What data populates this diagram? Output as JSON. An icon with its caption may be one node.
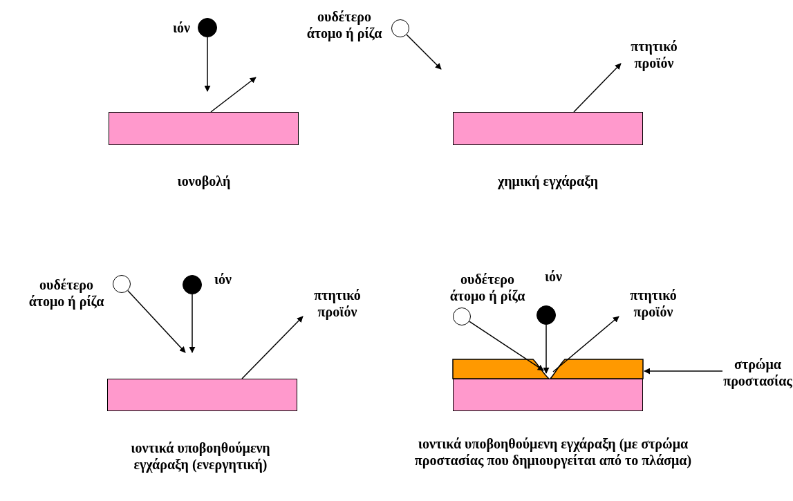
{
  "diagram": {
    "nodes": [
      {
        "text": [],
        "shape": "circle",
        "beside": [
          "ιόν"
        ]
      },
      {
        "text": [],
        "shape": "bar",
        "beside": [
          "ιονοβολή"
        ]
      },
      {
        "text": [],
        "shape": "circle",
        "beside": [
          "ουδέτερο άτομο ή ρίζα"
        ]
      },
      {
        "text": [],
        "shape": "bar",
        "beside": [
          "χημική εγχάραξη"
        ]
      },
      {
        "text": [
          "πτητικό προϊόν"
        ]
      },
      {
        "text": [],
        "shape": "circle",
        "beside": [
          "ουδέτερο άτομο ή ρίζα"
        ]
      },
      {
        "text": [],
        "shape": "circle",
        "beside": [
          "ιόν"
        ]
      },
      {
        "text": [
          "πτητικό προϊόν"
        ]
      },
      {
        "text": [],
        "shape": "bar",
        "beside": [
          "ιοντικά υποβοηθούμενη εγχάραξη (ενεργητική)"
        ]
      },
      {
        "text": [],
        "shape": "circle",
        "beside": [
          "ουδέτερο άτομο ή ρίζα"
        ]
      },
      {
        "text": [],
        "shape": "circle",
        "beside": [
          "ιόν"
        ]
      },
      {
        "text": [
          "πτητικό προϊόν"
        ]
      },
      {
        "text": [],
        "shape": "bar"
      },
      {
        "text": [],
        "shape": "bar",
        "beside": [
          "ιοντικά υποβοηθούμενη εγχάραξη (με στρώμα προστασίας που δημιουργείται από το πλάσμα)"
        ]
      },
      {
        "text": [
          "στρώμα προστασίας"
        ]
      }
    ],
    "edges": [
      {
        "from": 0,
        "to": null,
        "arrow": "to"
      },
      {
        "from": 1,
        "to": null,
        "arrow": "to"
      },
      {
        "from": 2,
        "to": null,
        "arrow": "to"
      },
      {
        "from": 3,
        "to": 4,
        "arrow": "to"
      },
      {
        "from": 5,
        "to": null,
        "arrow": "to"
      },
      {
        "from": 6,
        "to": null,
        "arrow": "to"
      },
      {
        "from": 8,
        "to": 7,
        "arrow": "to"
      },
      {
        "from": 9,
        "to": 12,
        "arrow": "to"
      },
      {
        "from": 10,
        "to": 12,
        "arrow": "to"
      },
      {
        "from": 12,
        "to": 11,
        "arrow": "to"
      },
      {
        "from": 14,
        "to": 12,
        "arrow": "to"
      }
    ]
  }
}
